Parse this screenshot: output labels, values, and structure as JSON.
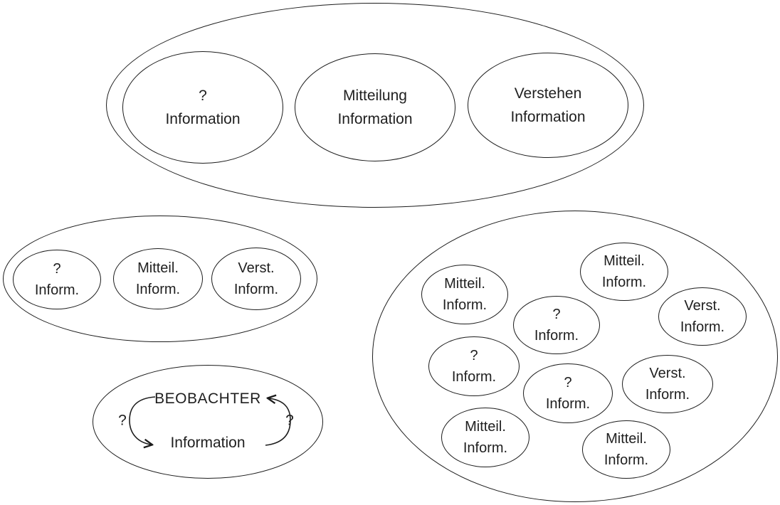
{
  "diagram": {
    "colors": {
      "stroke": "#1c1c1c",
      "text": "#1f1f1f",
      "background": "#ffffff"
    },
    "top_group": {
      "items": [
        {
          "line1": "?",
          "line2": "Information"
        },
        {
          "line1": "Mitteilung",
          "line2": "Information"
        },
        {
          "line1": "Verstehen",
          "line2": "Information"
        }
      ]
    },
    "mid_left_group": {
      "items": [
        {
          "line1": "?",
          "line2": "Inform."
        },
        {
          "line1": "Mitteil.",
          "line2": "Inform."
        },
        {
          "line1": "Verst.",
          "line2": "Inform."
        }
      ]
    },
    "observer_group": {
      "title": "BEOBACHTER",
      "info_label": "Information",
      "question_left": "?",
      "question_right": "?"
    },
    "right_group": {
      "items": [
        {
          "line1": "Mitteil.",
          "line2": "Inform."
        },
        {
          "line1": "Mitteil.",
          "line2": "Inform."
        },
        {
          "line1": "Verst.",
          "line2": "Inform."
        },
        {
          "line1": "?",
          "line2": "Inform."
        },
        {
          "line1": "?",
          "line2": "Inform."
        },
        {
          "line1": "?",
          "line2": "Inform."
        },
        {
          "line1": "Verst.",
          "line2": "Inform."
        },
        {
          "line1": "Mitteil.",
          "line2": "Inform."
        },
        {
          "line1": "Mitteil.",
          "line2": "Inform."
        }
      ]
    }
  }
}
